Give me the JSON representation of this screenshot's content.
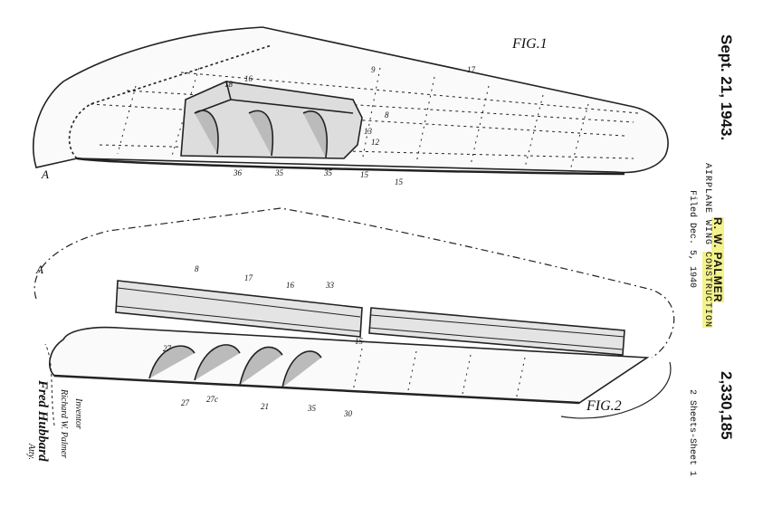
{
  "header": {
    "date": "Sept. 21, 1943.",
    "inventor": "R. W. PALMER",
    "title_part1": "AIRPLANE WING ",
    "title_part2": "CONSTRUCTION",
    "filed": "Filed Dec. 5, 1940",
    "sheets": "2 Sheets-Sheet 1",
    "patent_number": "2,330,185"
  },
  "figures": {
    "fig1_label": "FIG.1",
    "fig2_label": "FIG.2",
    "fig1_numerals": [
      "9",
      "17",
      "18",
      "16",
      "8",
      "12",
      "13",
      "36",
      "35",
      "35",
      "15",
      "15",
      "A"
    ],
    "fig2_numerals": [
      "A",
      "8",
      "17",
      "16",
      "33",
      "15",
      "27",
      "27c",
      "21",
      "35",
      "30",
      "27"
    ]
  },
  "signature": {
    "inventor_label": "Inventor",
    "inventor_name": "Richard W. Palmer",
    "attorney_signature": "Fred Hubbard",
    "attorney_label": "Atty."
  }
}
